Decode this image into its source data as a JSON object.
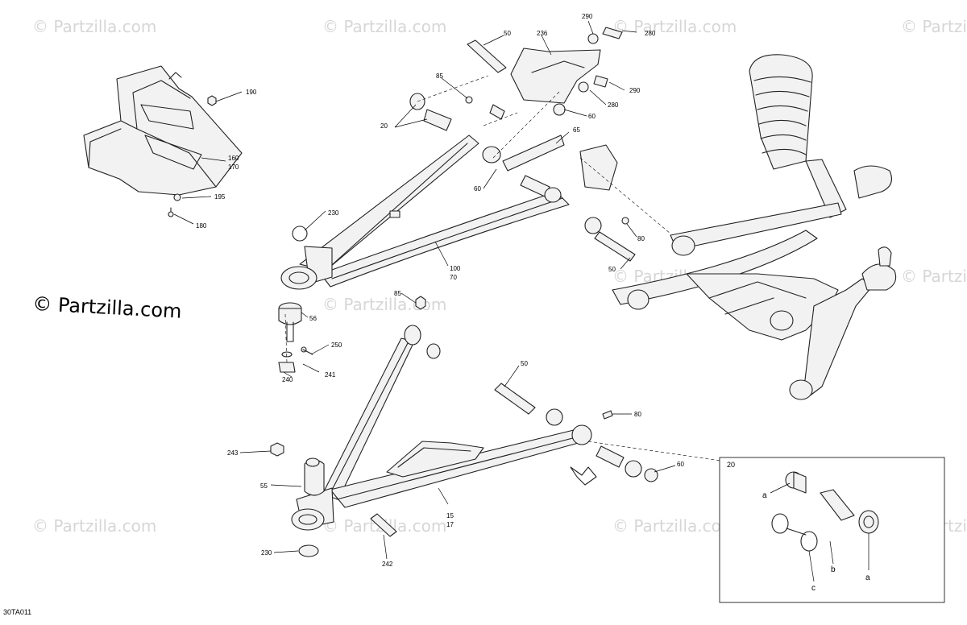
{
  "watermark": "© Partzilla.com",
  "brand": "© Partzilla.com",
  "figure_code": "30TA011",
  "callouts": {
    "c50a": "50",
    "c236": "236",
    "c290a": "290",
    "c280a": "280",
    "c85a": "85",
    "c290b": "290",
    "c280b": "280",
    "c60a": "60",
    "c20": "20",
    "c65": "65",
    "c60b": "60",
    "c190": "190",
    "c160": "160",
    "c170": "170",
    "c195": "195",
    "c180": "180",
    "c230a": "230",
    "c80a": "80",
    "c50b": "50",
    "c100": "100",
    "c70": "70",
    "c56": "56",
    "c85b": "85",
    "c250": "250",
    "c241": "241",
    "c240": "240",
    "c50c": "50",
    "c80b": "80",
    "c243": "243",
    "c60c": "60",
    "c55": "55",
    "c15": "15",
    "c17": "17",
    "c230b": "230",
    "c242": "242"
  },
  "inset": {
    "title": "20",
    "labels": [
      "a",
      "a",
      "b",
      "c"
    ]
  }
}
